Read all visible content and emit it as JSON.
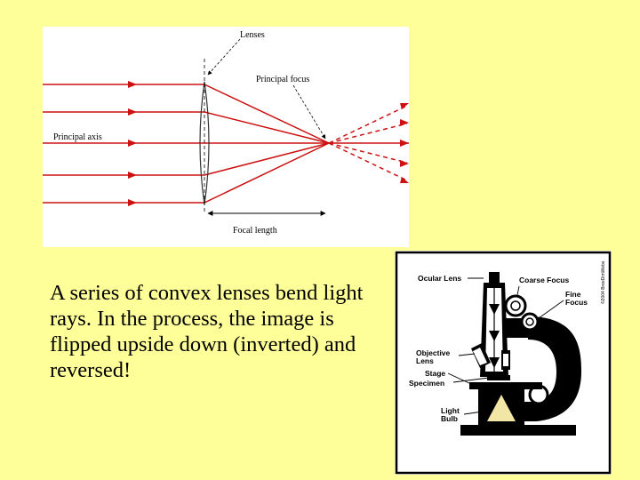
{
  "lens_diagram": {
    "labels": {
      "lenses": "Lenses",
      "principal_focus": "Principal focus",
      "principal_axis": "Principal axis",
      "focal_length": "Focal length"
    },
    "colors": {
      "ray": "#cc1111",
      "line": "#000000"
    }
  },
  "caption": {
    "text": "A series of convex lenses bend light rays. In the process, the image is flipped upside down (inverted) and reversed!"
  },
  "microscope": {
    "labels": {
      "ocular_lens": "Ocular Lens",
      "coarse_focus": "Coarse Focus",
      "fine_focus_1": "Fine",
      "fine_focus_2": "Focus",
      "objective_1": "Objective",
      "objective_2": "Lens",
      "stage": "Stage",
      "specimen": "Specimen",
      "light_1": "Light",
      "light_2": "Bulb",
      "copyright": "©2004 BreeDimWebs"
    },
    "colors": {
      "body": "#000000",
      "bulb": "#f2e6a6",
      "frame": "#000000"
    }
  }
}
